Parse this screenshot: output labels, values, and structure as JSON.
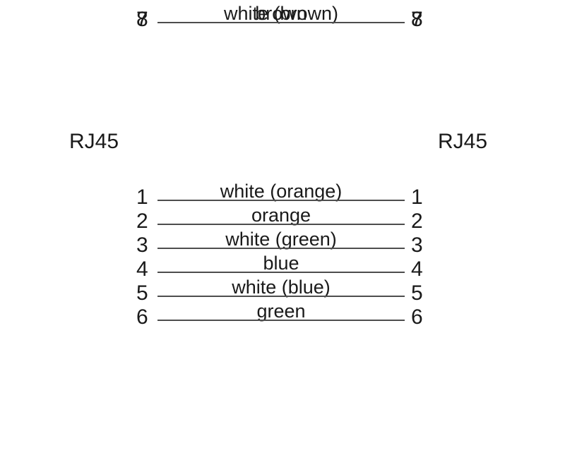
{
  "diagram": {
    "connector_left": "RJ45",
    "connector_right": "RJ45",
    "colors": {
      "background": "#ffffff",
      "text": "#1a1a1a",
      "line": "#4d4d4d"
    },
    "rows": [
      {
        "pin_left": "1",
        "label": "white (orange)",
        "pin_right": "1"
      },
      {
        "pin_left": "2",
        "label": "orange",
        "pin_right": "2"
      },
      {
        "pin_left": "3",
        "label": "white (green)",
        "pin_right": "3"
      },
      {
        "pin_left": "4",
        "label": "blue",
        "pin_right": "4"
      },
      {
        "pin_left": "5",
        "label": "white (blue)",
        "pin_right": "5"
      },
      {
        "pin_left": "6",
        "label": "green",
        "pin_right": "6"
      },
      {
        "pin_left": "7",
        "label": "white (brown)",
        "pin_right": "7"
      },
      {
        "pin_left": "8",
        "label": "brown",
        "pin_right": "8"
      }
    ]
  }
}
